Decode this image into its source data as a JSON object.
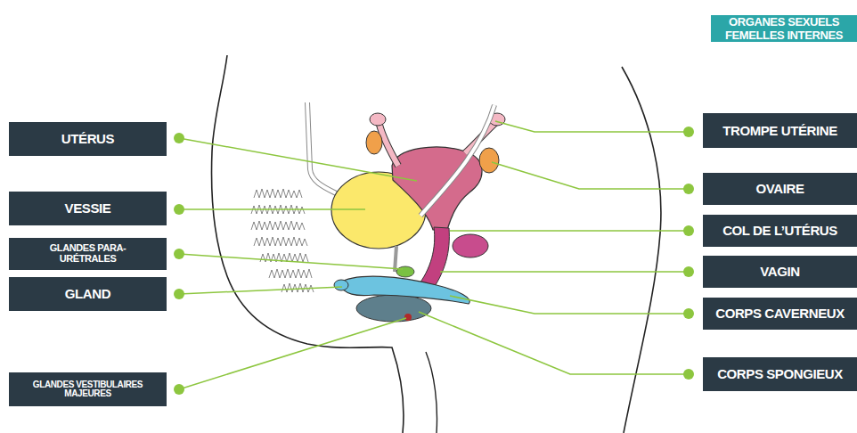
{
  "diagram": {
    "title": "ORGANES SEXUELS FEMELLES INTERNES",
    "nodes": [
      {
        "text": [
          "UTÉRUS"
        ]
      },
      {
        "text": [
          "VESSIE"
        ]
      },
      {
        "text": [
          "GLANDES PARA-URÉTRALES"
        ]
      },
      {
        "text": [
          "GLAND"
        ]
      },
      {
        "text": [
          "GLANDES VESTIBULAIRES MAJEURES"
        ]
      },
      {
        "text": [
          "TROMPE UTÉRINE"
        ]
      },
      {
        "text": [
          "OVAIRE"
        ]
      },
      {
        "text": [
          "COL DE L’UTÉRUS"
        ]
      },
      {
        "text": [
          "VAGIN"
        ]
      },
      {
        "text": [
          "CORPS CAVERNEUX"
        ]
      },
      {
        "text": [
          "CORPS SPONGIEUX"
        ]
      }
    ]
  }
}
